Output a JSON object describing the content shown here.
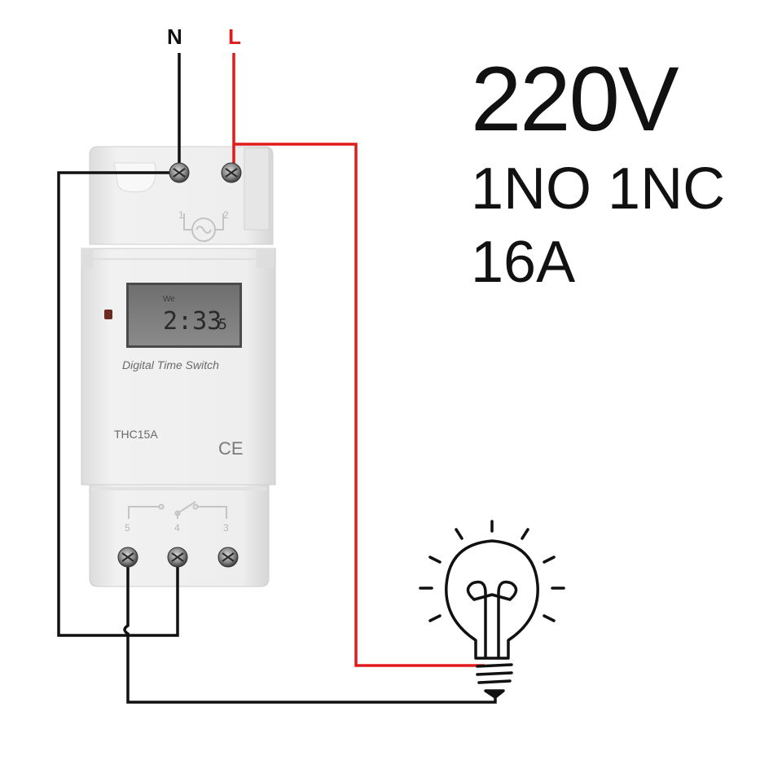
{
  "terminals": {
    "neutral": "N",
    "live": "L"
  },
  "device": {
    "label": "Digital Time Switch",
    "model": "THC15A",
    "mark": "CE",
    "display": {
      "time": "2:33",
      "seconds": "5",
      "day": "We"
    },
    "top_terminal_numbers": [
      "1",
      "2"
    ],
    "bottom_terminal_numbers": [
      "5",
      "4",
      "3"
    ]
  },
  "specs": {
    "voltage": "220V",
    "contacts": "1NO 1NC",
    "current": "16A"
  },
  "colors": {
    "live_wire": "#e01b1b",
    "neutral_wire": "#111111",
    "device_body": "#ececec"
  },
  "icons": [
    "light-bulb-icon",
    "screw-terminal-icon"
  ]
}
